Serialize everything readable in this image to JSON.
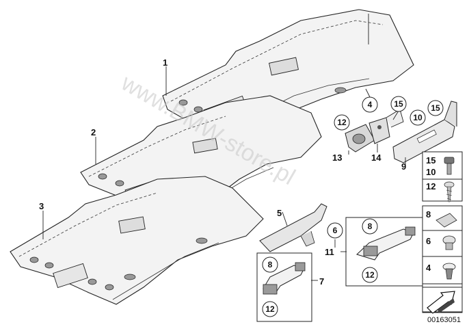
{
  "diagram": {
    "image_id": "00163051",
    "watermark": "www.BMW-store.pl",
    "callouts": {
      "headliner_1": "1",
      "headliner_2": "2",
      "headliner_3": "3",
      "part_4": "4",
      "part_5": "5",
      "part_6": "6",
      "part_7": "7",
      "part_8a": "8",
      "part_8b": "8",
      "part_9": "9",
      "part_10": "10",
      "part_11": "11",
      "part_12a": "12",
      "part_12b": "12",
      "part_12c": "12",
      "part_13": "13",
      "part_14": "14",
      "part_15a": "15",
      "part_15b": "15"
    },
    "legend": {
      "row1_top": "15",
      "row1_bottom": "10",
      "row2": "12",
      "row3": "8",
      "row4": "6",
      "row5": "4"
    }
  }
}
